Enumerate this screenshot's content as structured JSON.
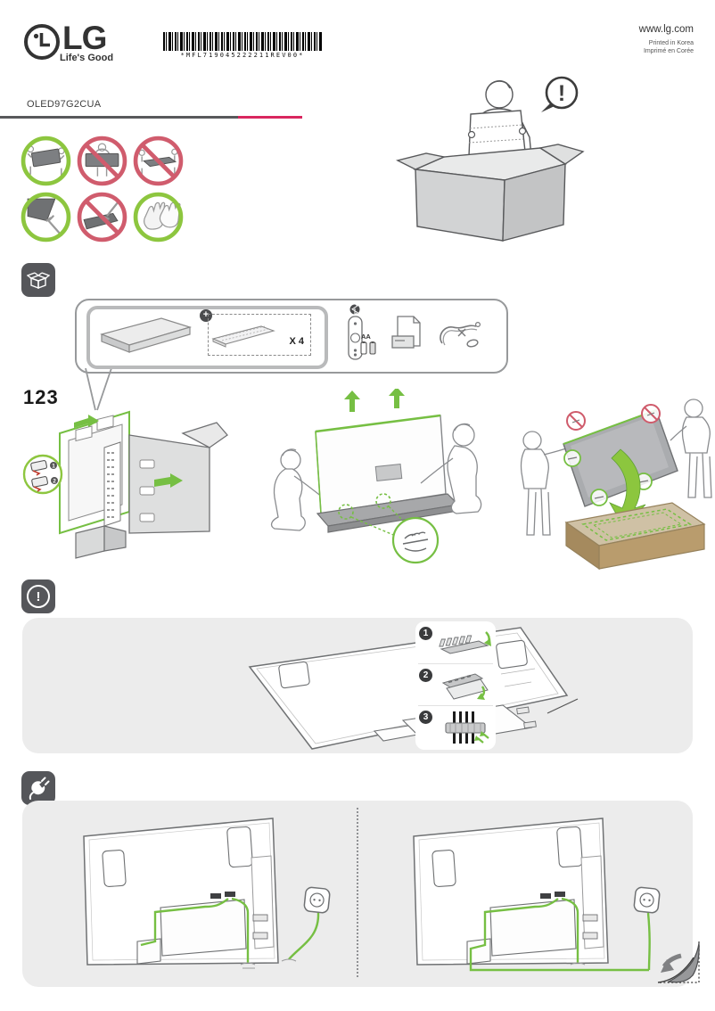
{
  "header": {
    "logo_text": "LG",
    "logo_tagline": "Life's Good",
    "barcode_text": "*MFL719045222211REV00*",
    "website": "www.lg.com",
    "printed_line1": "Printed in Korea",
    "printed_line2": "Imprimé en Corée",
    "model": "OLED97G2CUA"
  },
  "colors": {
    "accent_pink": "#d9265f",
    "rule_gray": "#58595b",
    "green": "#76bf43",
    "green_ring": "#8dc63f",
    "red_ring": "#d05c6d",
    "panel_gray": "#ececec",
    "icon_dark": "#55565a",
    "carton_gray": "#d8d9da",
    "box_brown": "#b99c6d"
  },
  "attention": {
    "mark": "!"
  },
  "safety_icons": [
    {
      "name": "carry-with-two-people",
      "status": "allowed"
    },
    {
      "name": "do-not-carry-alone",
      "status": "prohibited"
    },
    {
      "name": "do-not-carry-flat",
      "status": "prohibited"
    },
    {
      "name": "hold-by-frame-edge",
      "status": "allowed"
    },
    {
      "name": "do-not-press-screen",
      "status": "prohibited"
    },
    {
      "name": "wear-gloves",
      "status": "allowed"
    }
  ],
  "accessories": {
    "plus_mark": "+",
    "screw_quantity": "X 4",
    "battery_type": "AA",
    "items": [
      "stand-bracket",
      "wall-bracket-screws",
      "remote-control",
      "batteries",
      "manual",
      "cables"
    ]
  },
  "unpacking": {
    "steps_label": "123",
    "clip_callout": {
      "step1": "1",
      "step2": "2"
    }
  },
  "cable_holder": {
    "steps": [
      {
        "number": "1"
      },
      {
        "number": "2"
      },
      {
        "number": "3"
      }
    ]
  }
}
